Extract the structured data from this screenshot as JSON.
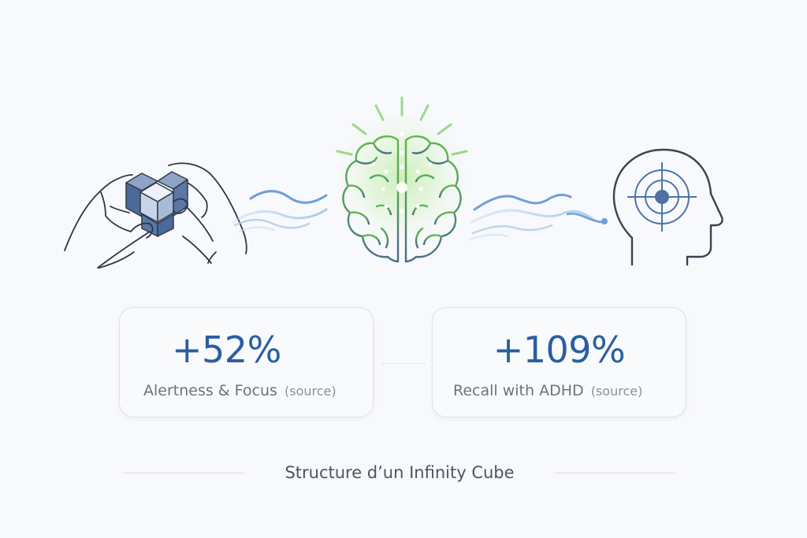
{
  "illustration": {
    "left_icon": "hands-holding-infinity-cube-icon",
    "center_icon": "glowing-brain-icon",
    "right_icon": "head-with-target-icon",
    "connectors": [
      "wave-lines-left",
      "wave-lines-right"
    ],
    "colors": {
      "line_dark": "#3b4150",
      "cube_dark": "#4c6a99",
      "cube_light": "#b9c7de",
      "brain_green": "#5db84a",
      "brain_glow": "#b8e6a6",
      "brain_blue": "#4a6b8a",
      "wave_blue": "#6f9fd8",
      "wave_light": "#a9cbe8",
      "target_blue": "#4a74a8"
    }
  },
  "stats": [
    {
      "value": "+52%",
      "label": "Alertness & Focus",
      "source": "(source)"
    },
    {
      "value": "+109%",
      "label": "Recall with ADHD",
      "source": "(source)"
    }
  ],
  "caption": "Structure d’un Infinity Cube",
  "colors": {
    "background": "#f8f9fc",
    "stat_value": "#2a5ea3",
    "stat_label": "#6b7280",
    "card_border": "#dde1e8",
    "caption_text": "#4b5563"
  }
}
